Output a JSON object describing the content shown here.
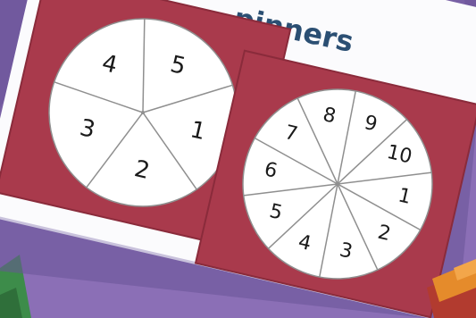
{
  "colors": {
    "background": "#8b6fb6",
    "board_edge": "#5f4a86",
    "card": "#fbfbfd",
    "card_shadow": "#c9c2dc",
    "panel": "#a93a4c",
    "panel_dark": "#8a2b3b",
    "wheel": "#ffffff",
    "divider": "#8f8f8f",
    "title": "#2b4f73",
    "green": "#3d8c4a",
    "orange": "#e58b2b",
    "red_block": "#b23b2f"
  },
  "title_fragment": "pinners",
  "spinners": [
    {
      "sections": 5,
      "numbers": [
        "1",
        "2",
        "3",
        "4",
        "5"
      ]
    },
    {
      "sections": 10,
      "numbers": [
        "1",
        "2",
        "3",
        "4",
        "5",
        "6",
        "7",
        "8",
        "9",
        "10"
      ]
    }
  ]
}
